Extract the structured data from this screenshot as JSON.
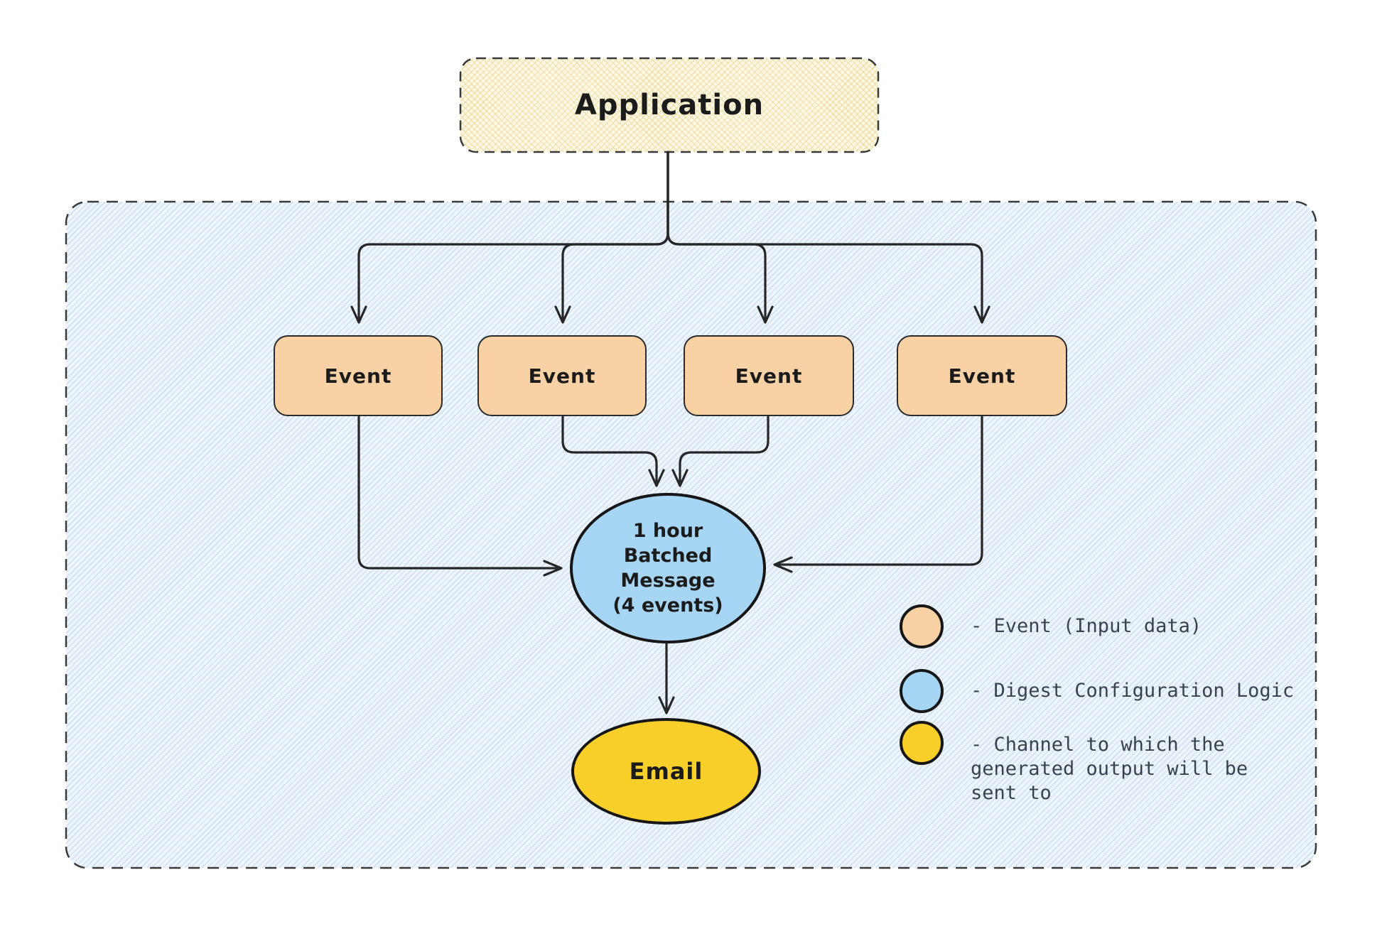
{
  "colors": {
    "canvas_bg": "#ffffff",
    "container_bg": "#eef5fc",
    "container_hatch": "#92bce4",
    "application_bg": "#fdf8e2",
    "application_hatch": "#e4c77a",
    "event_fill": "#f8d1a4",
    "digest_fill": "#a7d6f4",
    "channel_fill": "#f9cf2a",
    "shape_border": "#161616",
    "arrow_color": "#262626",
    "node_text": "#1b1b1b",
    "legend_text": "#3a434b"
  },
  "diagram": {
    "application": {
      "label": "Application"
    },
    "events": [
      {
        "label": "Event"
      },
      {
        "label": "Event"
      },
      {
        "label": "Event"
      },
      {
        "label": "Event"
      }
    ],
    "digest": {
      "label": "1 hour\nBatched\nMessage\n(4 events)"
    },
    "channel": {
      "label": "Email"
    },
    "legend": {
      "items": [
        {
          "swatch": "#f8d1a4",
          "label": "- Event (Input data)"
        },
        {
          "swatch": "#a7d6f4",
          "label": "- Digest Configuration Logic"
        },
        {
          "swatch": "#f9cf2a",
          "label": "- Channel to which the\ngenerated output will be\nsent to"
        }
      ]
    }
  }
}
